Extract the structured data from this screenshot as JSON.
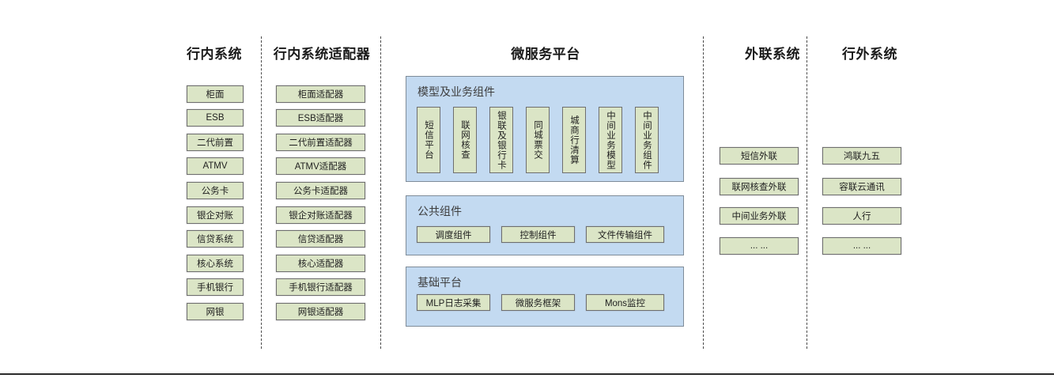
{
  "diagram": {
    "title_row": [
      {
        "label": "行内系统"
      },
      {
        "label": "行内系统适配器"
      },
      {
        "label": "微服务平台"
      },
      {
        "label": "外联系统"
      },
      {
        "label": "行外系统"
      }
    ],
    "colors": {
      "node_fill": "#dbe5c6",
      "node_border": "#6e6e6e",
      "panel_fill": "#c3daf1",
      "panel_border": "#7f8c99",
      "divider": "#4a4a4a",
      "text": "#1f1f1f"
    }
  },
  "col_inner_systems": {
    "header": "行内系统",
    "items": [
      "柜面",
      "ESB",
      "二代前置",
      "ATMV",
      "公务卡",
      "银企对账",
      "信贷系统",
      "核心系统",
      "手机银行",
      "网银"
    ]
  },
  "col_inner_adapters": {
    "header": "行内系统适配器",
    "items": [
      "柜面适配器",
      "ESB适配器",
      "二代前置适配器",
      "ATMV适配器",
      "公务卡适配器",
      "银企对账适配器",
      "信贷适配器",
      "核心适配器",
      "手机银行适配器",
      "网银适配器"
    ]
  },
  "col_microservice_platform": {
    "header": "微服务平台",
    "panels": [
      {
        "title": "模型及业务组件",
        "orientation": "vertical",
        "items": [
          "短信平台",
          "联网核查",
          "银联及银行卡",
          "同城票交",
          "城商行清算",
          "中间业务模型",
          "中间业务组件"
        ]
      },
      {
        "title": "公共组件",
        "orientation": "horizontal",
        "items": [
          "调度组件",
          "控制组件",
          "文件传输组件"
        ]
      },
      {
        "title": "基础平台",
        "orientation": "horizontal",
        "items": [
          "MLP日志采集",
          "微服务框架",
          "Mons监控"
        ]
      }
    ]
  },
  "col_external_link_systems": {
    "header": "外联系统",
    "items": [
      "短信外联",
      "联网核查外联",
      "中间业务外联",
      "... ..."
    ]
  },
  "col_outside_bank_systems": {
    "header": "行外系统",
    "items": [
      "鸿联九五",
      "容联云通讯",
      "人行",
      "... ..."
    ]
  }
}
